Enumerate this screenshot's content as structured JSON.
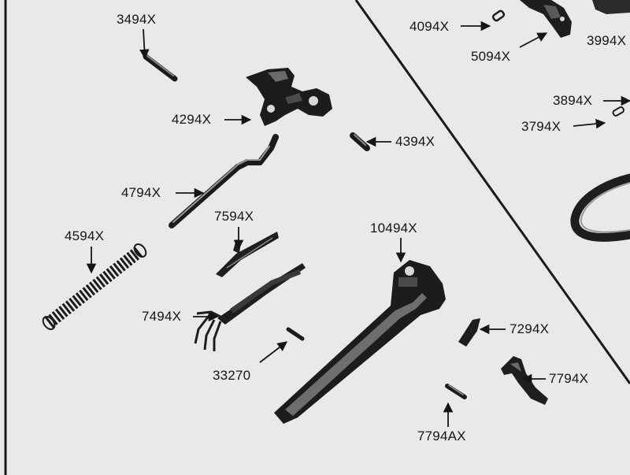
{
  "diagram": {
    "parts": [
      {
        "id": "3494",
        "label": "3494X"
      },
      {
        "id": "4294",
        "label": "4294X"
      },
      {
        "id": "4394",
        "label": "4394X"
      },
      {
        "id": "4794",
        "label": "4794X"
      },
      {
        "id": "4594",
        "label": "4594X"
      },
      {
        "id": "7594",
        "label": "7594X"
      },
      {
        "id": "7494",
        "label": "7494X"
      },
      {
        "id": "33270",
        "label": "33270"
      },
      {
        "id": "10494",
        "label": "10494X"
      },
      {
        "id": "7294",
        "label": "7294X"
      },
      {
        "id": "7794",
        "label": "7794X"
      },
      {
        "id": "7794A",
        "label": "7794AX"
      },
      {
        "id": "4094",
        "label": "4094X"
      },
      {
        "id": "5094",
        "label": "5094X"
      },
      {
        "id": "3994",
        "label": "3994X"
      },
      {
        "id": "3894",
        "label": "3894X"
      },
      {
        "id": "3794",
        "label": "3794X"
      }
    ]
  },
  "colors": {
    "paper": "#e9e9e7",
    "ink": "#151515"
  }
}
